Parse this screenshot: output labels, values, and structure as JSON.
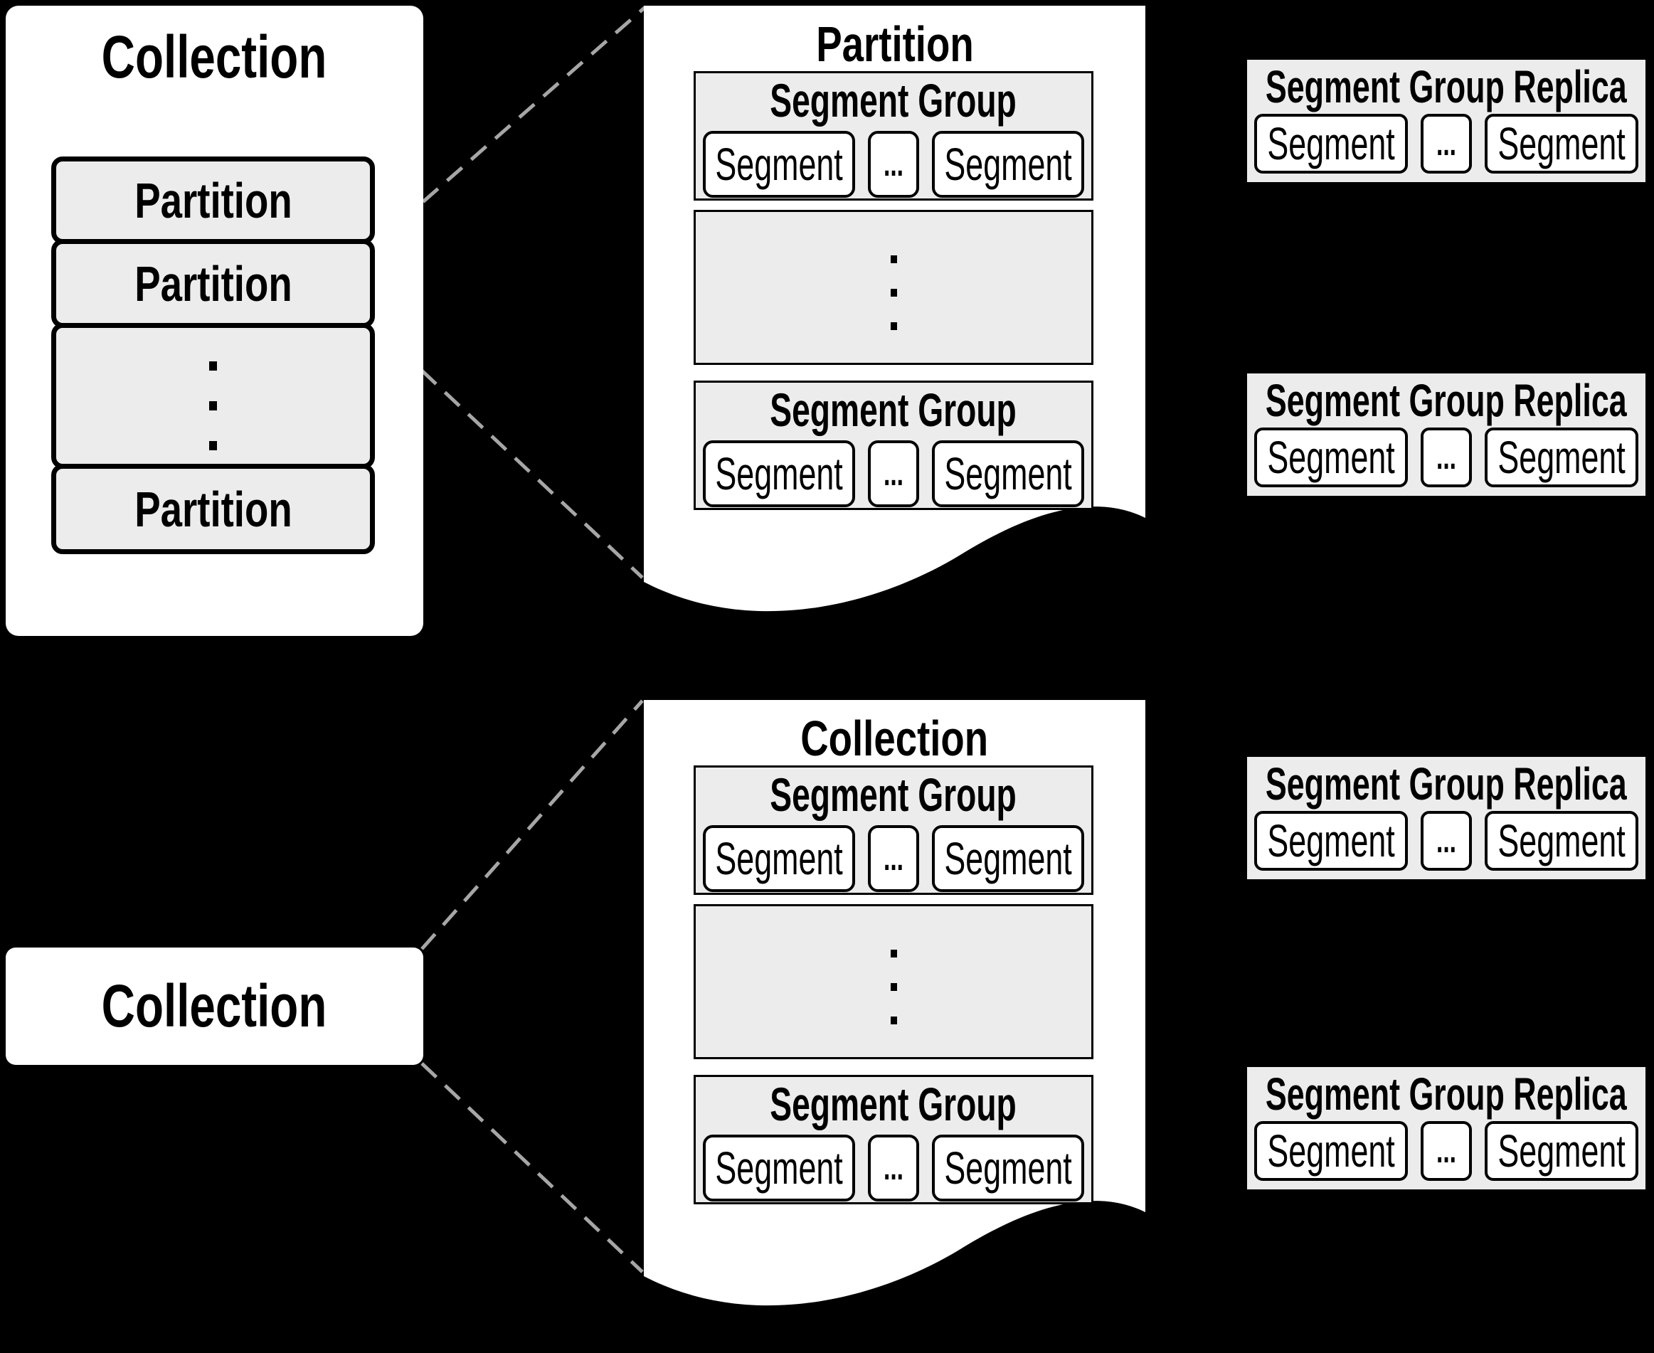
{
  "palette": {
    "background": "#000000",
    "panel_fill": "#ececec",
    "panel_stroke": "#000000",
    "document_fill": "#ffffff",
    "dash_color": "#a6a6a6"
  },
  "top_diagram": {
    "collection_panel": {
      "title": "Collection",
      "partition_labels": [
        "Partition",
        "Partition",
        "Partition"
      ]
    },
    "partition_document": {
      "title": "Partition",
      "segment_groups": [
        {
          "title": "Segment Group",
          "segments": [
            "Segment",
            "Segment"
          ],
          "ellipsis": "..."
        },
        {
          "title": "Segment Group",
          "segments": [
            "Segment",
            "Segment"
          ],
          "ellipsis": "..."
        }
      ]
    },
    "replicas": [
      {
        "title": "Segment Group Replica",
        "segments": [
          "Segment",
          "Segment"
        ],
        "ellipsis": "..."
      },
      {
        "title": "Segment Group Replica",
        "segments": [
          "Segment",
          "Segment"
        ],
        "ellipsis": "..."
      }
    ]
  },
  "bottom_diagram": {
    "collection_label": "Collection",
    "collection_document": {
      "title": "Collection",
      "segment_groups": [
        {
          "title": "Segment Group",
          "segments": [
            "Segment",
            "Segment"
          ],
          "ellipsis": "..."
        },
        {
          "title": "Segment Group",
          "segments": [
            "Segment",
            "Segment"
          ],
          "ellipsis": "..."
        }
      ]
    },
    "replicas": [
      {
        "title": "Segment Group Replica",
        "segments": [
          "Segment",
          "Segment"
        ],
        "ellipsis": "..."
      },
      {
        "title": "Segment Group Replica",
        "segments": [
          "Segment",
          "Segment"
        ],
        "ellipsis": "..."
      }
    ]
  }
}
